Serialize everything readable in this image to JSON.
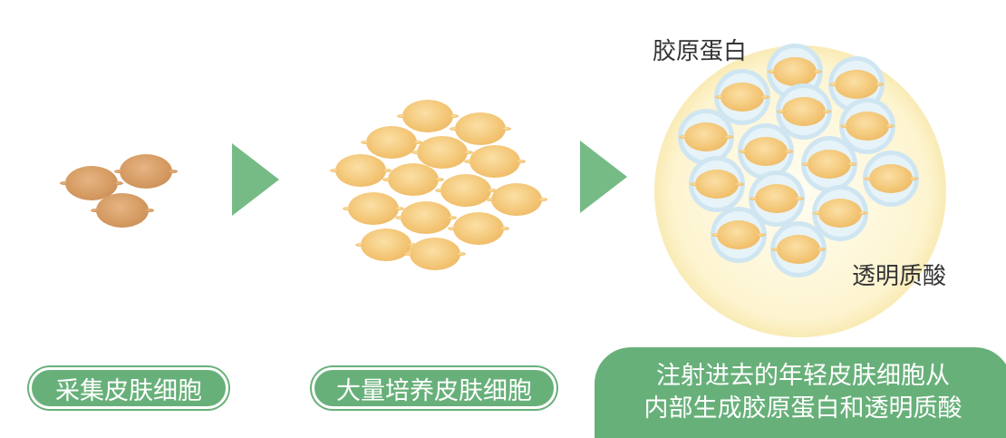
{
  "labels": {
    "collagen": "胶原蛋白",
    "hyaluronic": "透明质酸"
  },
  "steps": [
    "采集皮肤细胞",
    "大量培养皮肤细胞"
  ],
  "result": {
    "line1": "注射进去的年轻皮肤细胞从",
    "line2": "内部生成胶原蛋白和透明质酸"
  },
  "colors": {
    "accent_green": "#68b07a",
    "arrow_green": "#76bb86",
    "cell_brown": "#d59b62",
    "cell_yellow": "#f3c676",
    "ring_blue": "#cfe6f2"
  }
}
